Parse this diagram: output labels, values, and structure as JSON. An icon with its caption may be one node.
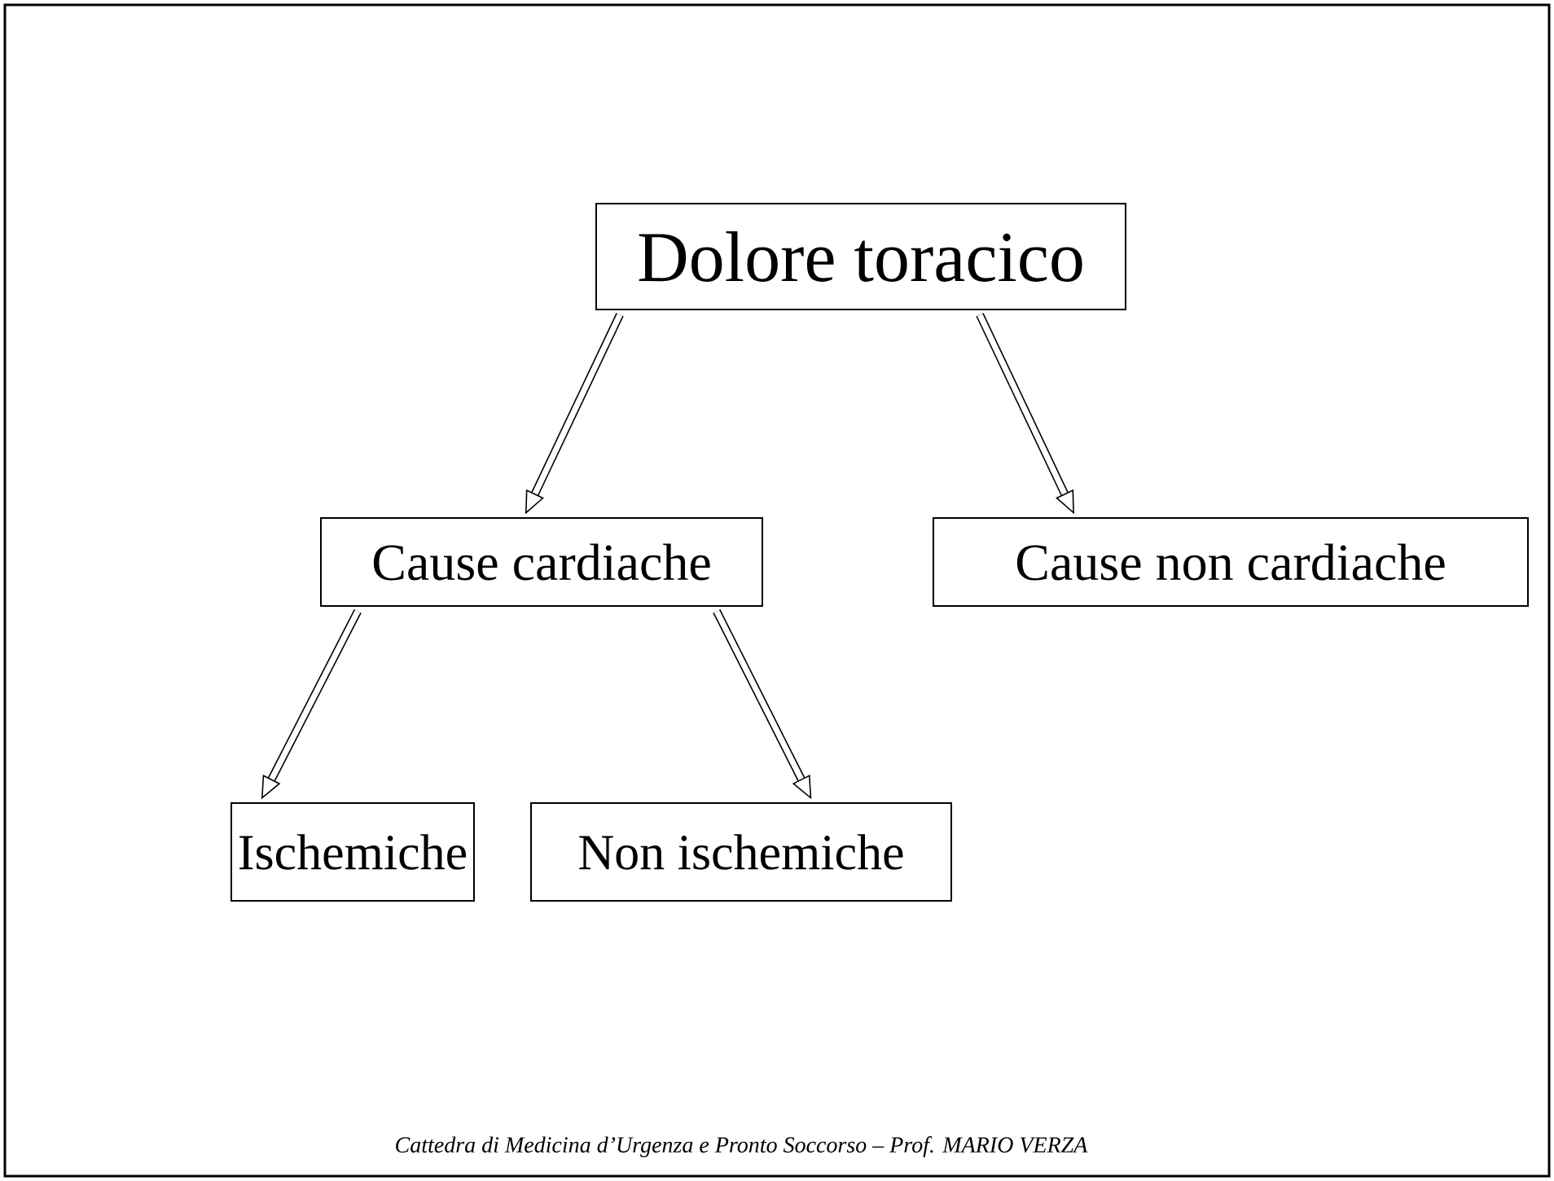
{
  "diagram": {
    "nodes": [
      {
        "text": [
          "Dolore toracico"
        ]
      },
      {
        "text": [
          "Cause cardiache"
        ]
      },
      {
        "text": [
          "Cause non cardiache"
        ]
      },
      {
        "text": [
          "Ischemiche"
        ]
      },
      {
        "text": [
          "Non ischemiche"
        ]
      }
    ],
    "edges": [
      {
        "from": 0,
        "to": 1,
        "arrow": "to"
      },
      {
        "from": 0,
        "to": 2,
        "arrow": "to"
      },
      {
        "from": 1,
        "to": 3,
        "arrow": "to"
      },
      {
        "from": 1,
        "to": 4,
        "arrow": "to"
      }
    ],
    "labels": [
      "*Cattedra di Medicina d’Urgenza e Pronto Soccorso – Prof. MARIO VERZA*"
    ]
  }
}
